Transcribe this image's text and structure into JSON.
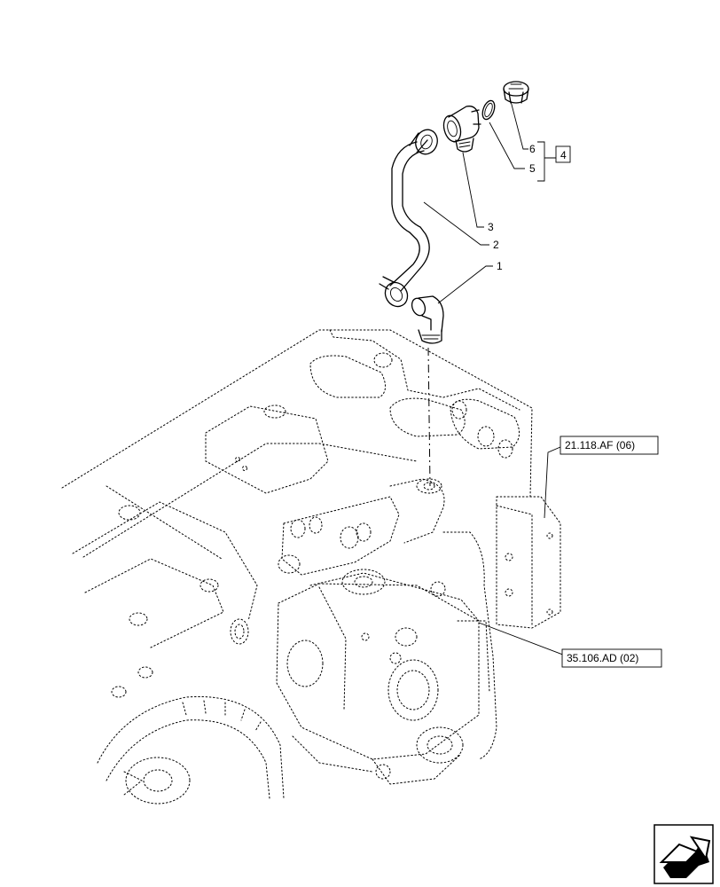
{
  "callouts": {
    "item_1": "1",
    "item_2": "2",
    "item_3": "3",
    "item_4": "4",
    "item_5": "5",
    "item_6": "6"
  },
  "references": {
    "ref_top": "21.118.AF (06)",
    "ref_bottom": "35.106.AD (02)"
  },
  "icons": {
    "nav": "navigation-arrow-icon"
  }
}
